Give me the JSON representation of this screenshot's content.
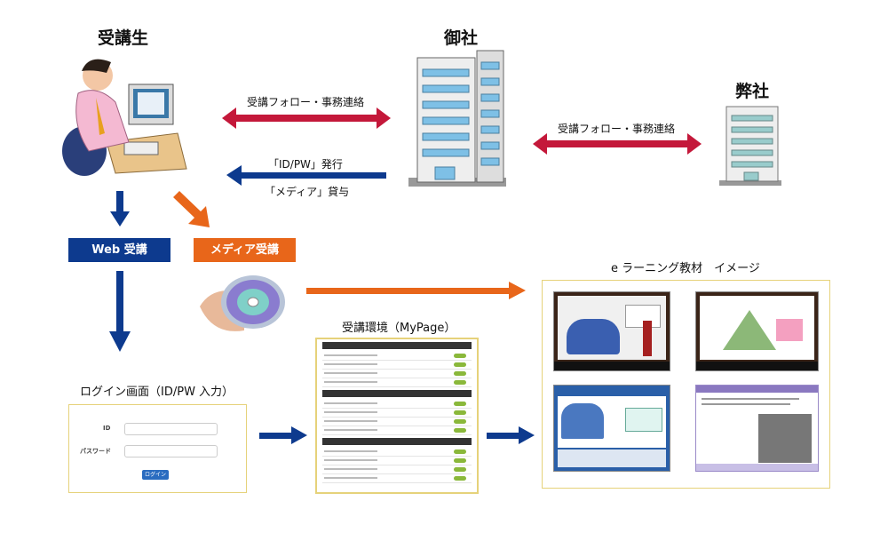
{
  "titles": {
    "student": "受講生",
    "client": "御社",
    "us": "弊社"
  },
  "arrows": {
    "follow1": "受講フォロー・事務連絡",
    "follow2": "受講フォロー・事務連絡",
    "idpw": "「ID/PW」発行",
    "media": "「メディア」貸与"
  },
  "boxes": {
    "web": "Web 受講",
    "media": "メディア受講"
  },
  "sections": {
    "login": "ログイン画面（ID/PW 入力）",
    "mypage": "受講環境（MyPage）",
    "elearning": "e ラーニング教材　イメージ"
  },
  "login": {
    "id_label": "ID",
    "pw_label": "パスワード",
    "button": "ログイン"
  },
  "colors": {
    "blue": "#0d3a8e",
    "orange": "#e8661a",
    "red": "#c4183a"
  }
}
